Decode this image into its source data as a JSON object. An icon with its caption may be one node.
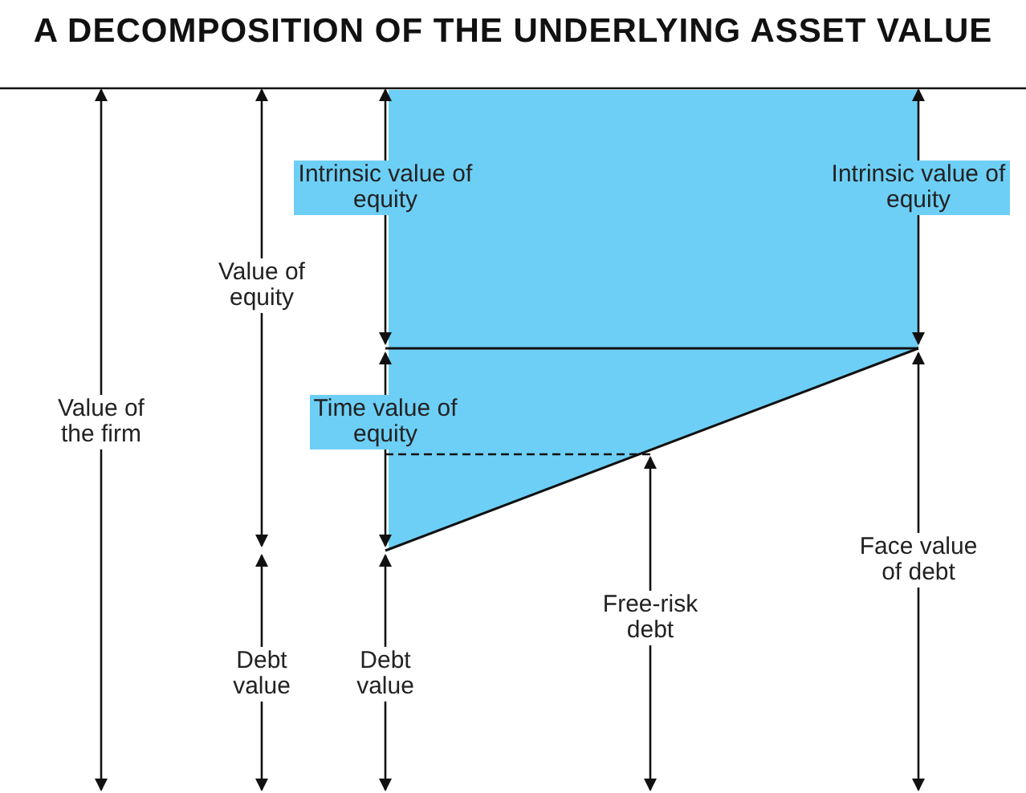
{
  "diagram": {
    "title": "A DECOMPOSITION OF THE UNDERLYING ASSET VALUE",
    "labels": [
      "Intrinsic value of equity",
      "Intrinsic value of equity",
      "Value of equity",
      "Value of the firm",
      "Time value of equity",
      "Face value of debt",
      "Free-risk debt",
      "Debt value",
      "Debt value"
    ]
  }
}
